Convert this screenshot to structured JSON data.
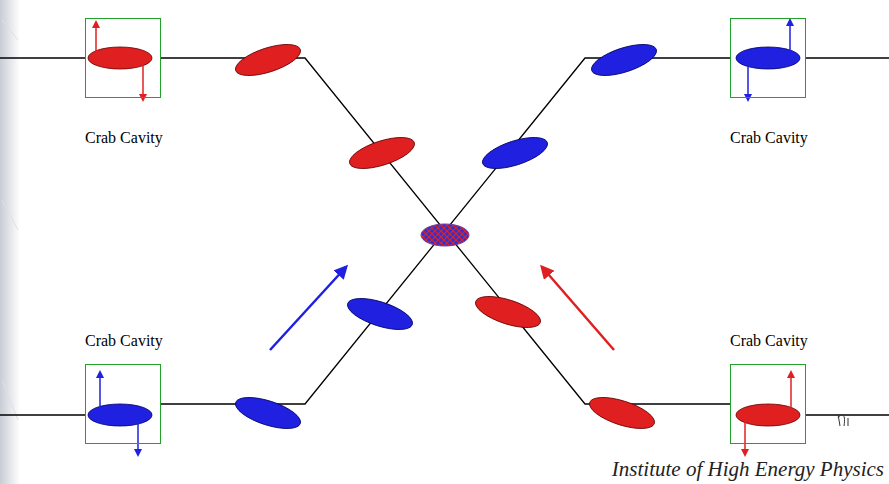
{
  "diagram": {
    "nodes": [
      {
        "text": [
          "Crab Cavity"
        ]
      },
      {
        "text": [
          "Crab Cavity"
        ]
      },
      {
        "text": [
          "Crab Cavity"
        ]
      },
      {
        "text": [
          "Crab Cavity"
        ]
      }
    ],
    "edges": [
      {
        "from": 0,
        "to": 3,
        "arrow": "none"
      },
      {
        "from": 2,
        "to": 1,
        "arrow": "none"
      }
    ],
    "labels": [
      "Institute of High Energy Physics"
    ]
  }
}
